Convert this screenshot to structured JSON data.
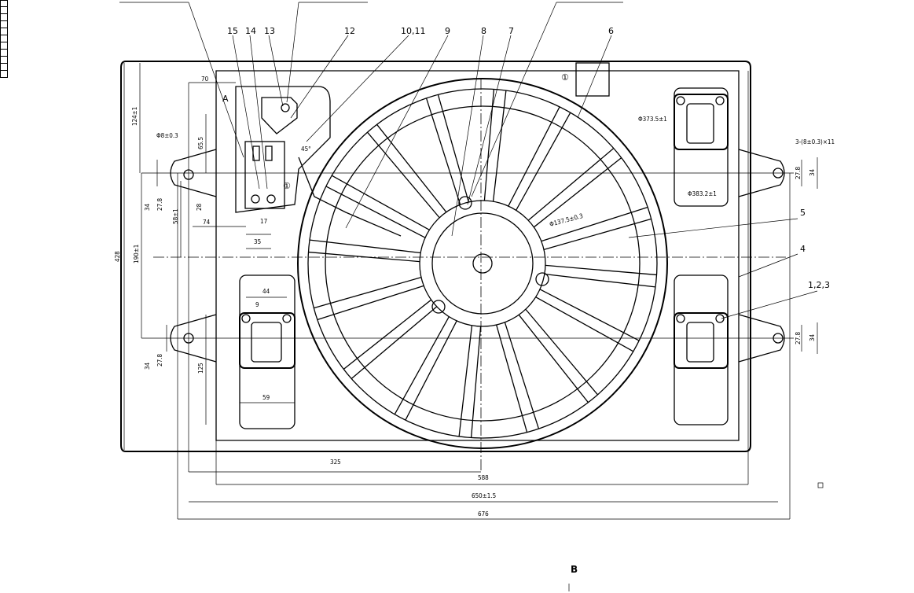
{
  "callouts": [
    "15",
    "14",
    "13",
    "12",
    "10,11",
    "9",
    "8",
    "7",
    "6",
    "5",
    "4",
    "1,2,3"
  ],
  "view_markers": {
    "a": "A",
    "b": "B",
    "circle1": "①"
  },
  "dims": {
    "d70": "70",
    "d124": "124±1",
    "d65_5": "65.5",
    "d8hole": "Φ8±0.3",
    "d27_8": "27.8",
    "d34": "34",
    "d28": "28",
    "d58": "58±1",
    "d74": "74",
    "d17": "17",
    "d35": "35",
    "d428": "428",
    "d190": "190±1",
    "d45": "45°",
    "d44": "44",
    "d9": "9",
    "d125": "125",
    "d59": "59",
    "d325": "325",
    "d588": "588",
    "d650": "650±1.5",
    "d676": "676",
    "d373_5": "Φ373.5±1",
    "d383_2": "Φ383.2±1",
    "d137": "Φ137.5±0.3",
    "d3holes": "3-(8±0.3)×11"
  }
}
